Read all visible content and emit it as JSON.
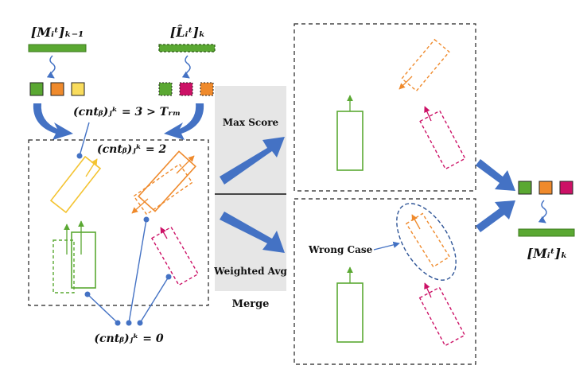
{
  "labels": {
    "m_prev": "[Mᵢᵗ]ₖ₋₁",
    "l_hat": "[L̂ᵢᵗ]ₖ",
    "cnt3": "(cntᵦ)ⱼᵏ = 3 > Tᵣₘ",
    "cnt2": "(cntᵦ)ⱼᵏ = 2",
    "cnt0": "(cntᵦ)ⱼᵏ = 0",
    "max_score": "Max Score",
    "weighted_avg": "Weighted Avg",
    "merge": "Merge",
    "wrong_case": "Wrong Case",
    "m_out": "[Mᵢᵗ]ₖ"
  },
  "colors": {
    "green": "#5aa832",
    "orange": "#ef8a2c",
    "yellow": "#f4c330",
    "magenta": "#cc1166",
    "blue": "#4472c4",
    "gray_panel": "#e6e6e6"
  }
}
